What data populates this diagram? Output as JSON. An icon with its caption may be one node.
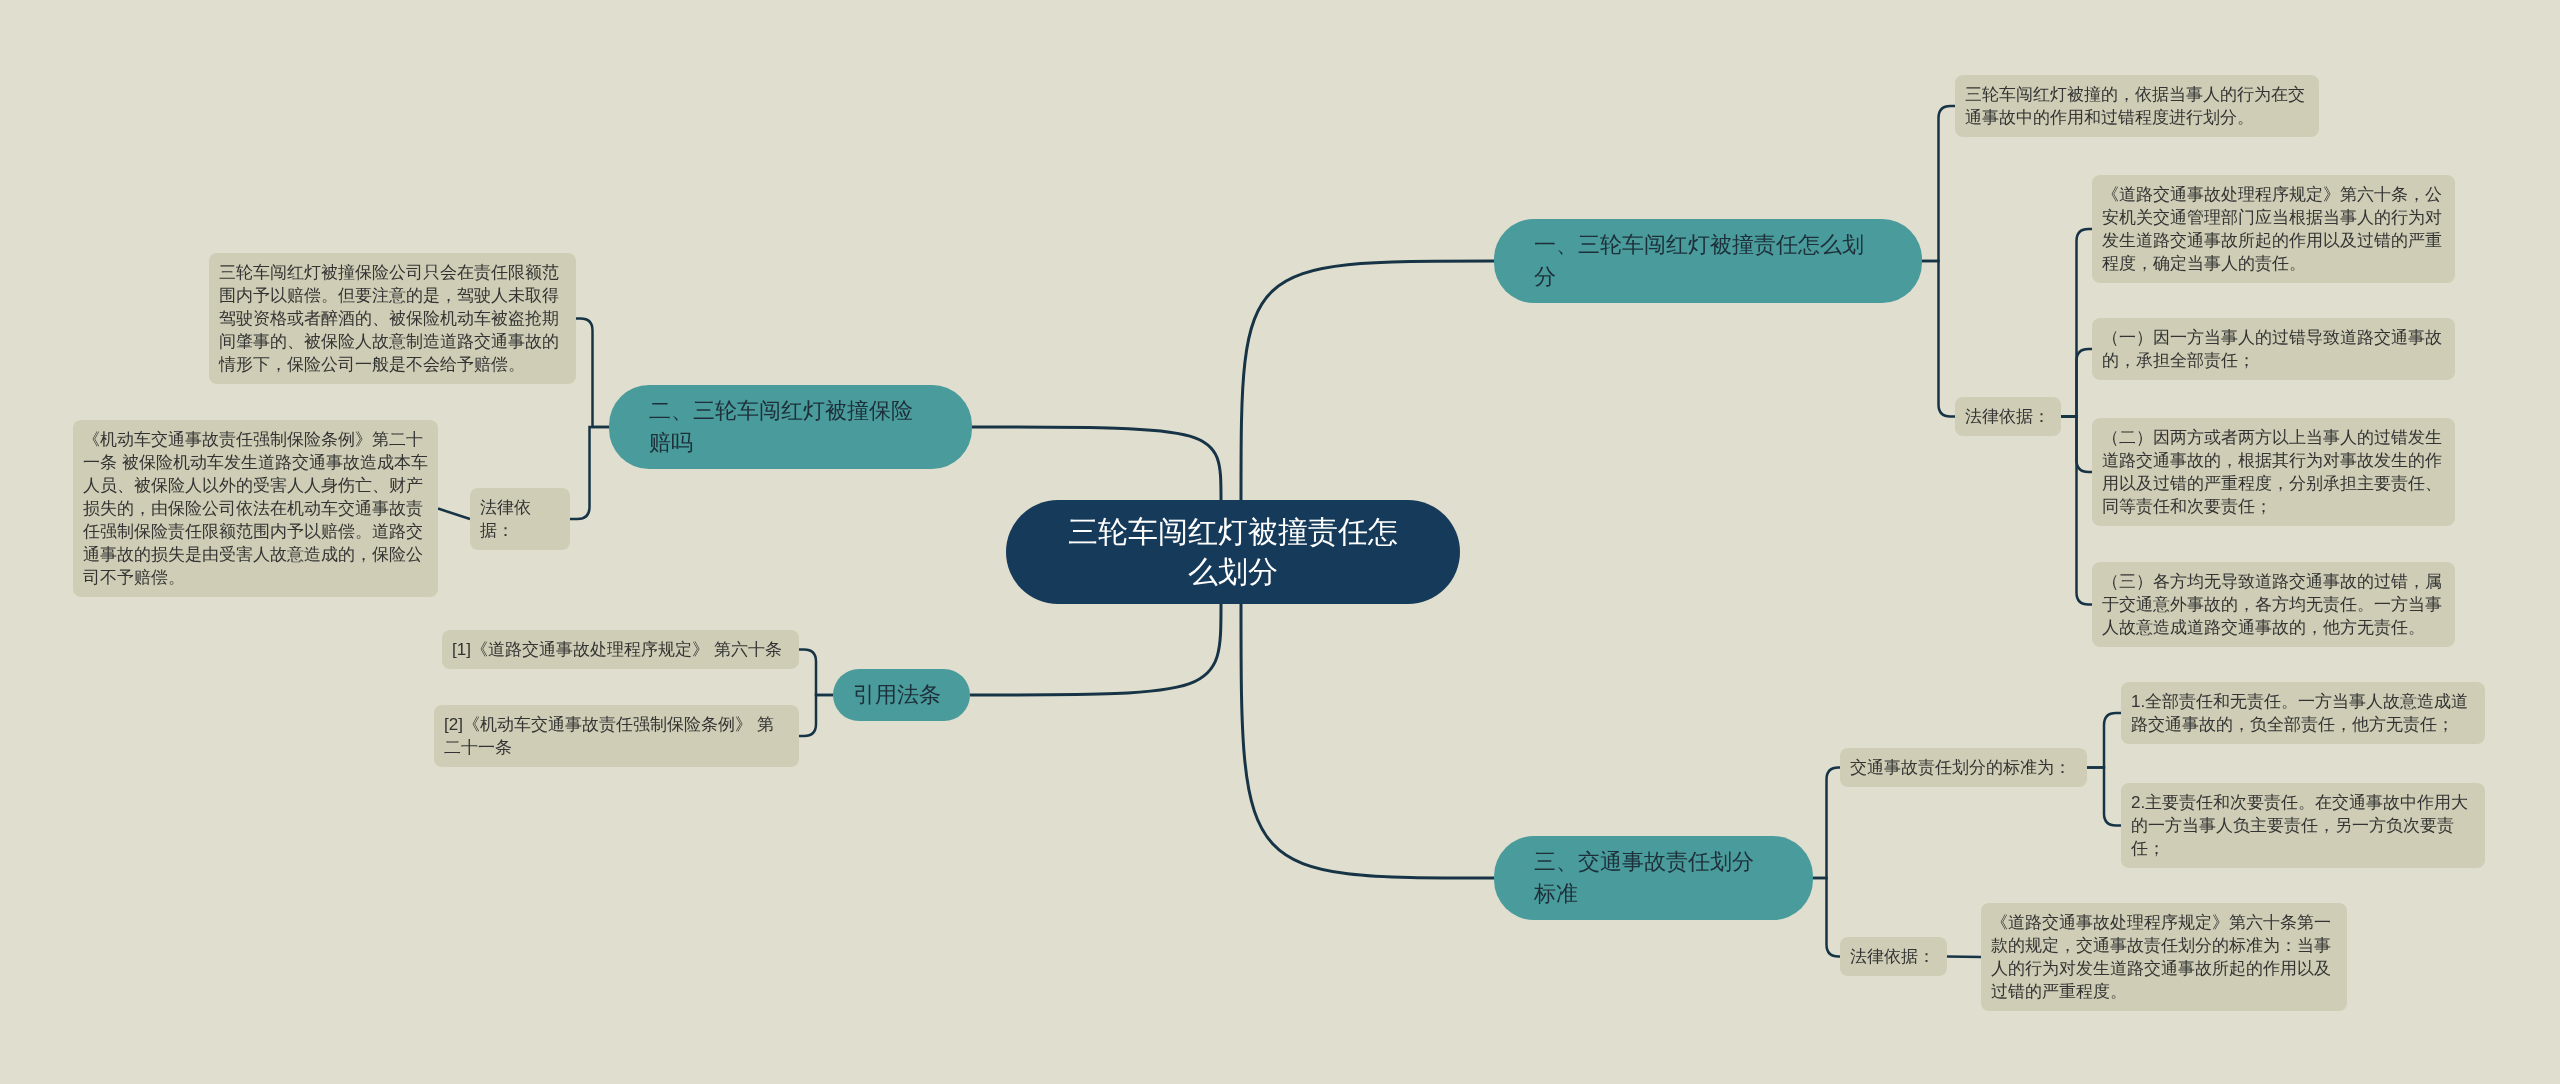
{
  "diagram": {
    "nodes": [
      {
        "text": [
          "三轮车闯红灯被撞责任怎么划分"
        ]
      },
      {
        "text": [
          "一、三轮车闯红灯被撞责任怎么划分"
        ]
      },
      {
        "text": [
          "三轮车闯红灯被撞的，依据当事人的行为在交通事故中的作用和过错程度进行划分。"
        ]
      },
      {
        "text": [
          "法律依据："
        ]
      },
      {
        "text": [
          "《道路交通事故处理程序规定》第六十条，公安机关交通管理部门应当根据当事人的行为对发生道路交通事故所起的作用以及过错的严重程度，确定当事人的责任。"
        ]
      },
      {
        "text": [
          "（一）因一方当事人的过错导致道路交通事故的，承担全部责任；"
        ]
      },
      {
        "text": [
          "（二）因两方或者两方以上当事人的过错发生道路交通事故的，根据其行为对事故发生的作用以及过错的严重程度，分别承担主要责任、同等责任和次要责任；"
        ]
      },
      {
        "text": [
          "（三）各方均无导致道路交通事故的过错，属于交通意外事故的，各方均无责任。一方当事人故意造成道路交通事故的，他方无责任。"
        ]
      },
      {
        "text": [
          "三、交通事故责任划分标准"
        ]
      },
      {
        "text": [
          "交通事故责任划分的标准为："
        ]
      },
      {
        "text": [
          "1.全部责任和无责任。一方当事人故意造成道路交通事故的，负全部责任，他方无责任；"
        ]
      },
      {
        "text": [
          "2.主要责任和次要责任。在交通事故中作用大的一方当事人负主要责任，另一方负次要责任；"
        ]
      },
      {
        "text": [
          "法律依据："
        ]
      },
      {
        "text": [
          "《道路交通事故处理程序规定》第六十条第一款的规定，交通事故责任划分的标准为：当事人的行为对发生道路交通事故所起的作用以及过错的严重程度。"
        ]
      },
      {
        "text": [
          "二、三轮车闯红灯被撞保险赔吗"
        ]
      },
      {
        "text": [
          "三轮车闯红灯被撞保险公司只会在责任限额范围内予以赔偿。但要注意的是，驾驶人未取得驾驶资格或者醉酒的、被保险机动车被盗抢期间肇事的、被保险人故意制造道路交通事故的情形下，保险公司一般是不会给予赔偿。"
        ]
      },
      {
        "text": [
          "法律依据："
        ]
      },
      {
        "text": [
          "《机动车交通事故责任强制保险条例》第二十一条 被保险机动车发生道路交通事故造成本车人员、被保险人以外的受害人人身伤亡、财产损失的，由保险公司依法在机动车交通事故责任强制保险责任限额范围内予以赔偿。道路交通事故的损失是由受害人故意造成的，保险公司不予赔偿。"
        ]
      },
      {
        "text": [
          "引用法条"
        ]
      },
      {
        "text": [
          "[1]《道路交通事故处理程序规定》 第六十条"
        ]
      },
      {
        "text": [
          "[2]《机动车交通事故责任强制保险条例》 第二十一条"
        ]
      }
    ],
    "edges": [
      {
        "from": 0,
        "to": 1,
        "arrow": "none"
      },
      {
        "from": 0,
        "to": 8,
        "arrow": "none"
      },
      {
        "from": 0,
        "to": 14,
        "arrow": "none"
      },
      {
        "from": 0,
        "to": 18,
        "arrow": "none"
      },
      {
        "from": 1,
        "to": 2,
        "arrow": "none"
      },
      {
        "from": 1,
        "to": 3,
        "arrow": "none"
      },
      {
        "from": 3,
        "to": 4,
        "arrow": "none"
      },
      {
        "from": 3,
        "to": 5,
        "arrow": "none"
      },
      {
        "from": 3,
        "to": 6,
        "arrow": "none"
      },
      {
        "from": 3,
        "to": 7,
        "arrow": "none"
      },
      {
        "from": 8,
        "to": 9,
        "arrow": "none"
      },
      {
        "from": 8,
        "to": 12,
        "arrow": "none"
      },
      {
        "from": 9,
        "to": 10,
        "arrow": "none"
      },
      {
        "from": 9,
        "to": 11,
        "arrow": "none"
      },
      {
        "from": 12,
        "to": 13,
        "arrow": "none"
      },
      {
        "from": 14,
        "to": 15,
        "arrow": "none"
      },
      {
        "from": 14,
        "to": 16,
        "arrow": "none"
      },
      {
        "from": 16,
        "to": 17,
        "arrow": "none"
      },
      {
        "from": 18,
        "to": 19,
        "arrow": "none"
      },
      {
        "from": 18,
        "to": 20,
        "arrow": "none"
      }
    ]
  }
}
